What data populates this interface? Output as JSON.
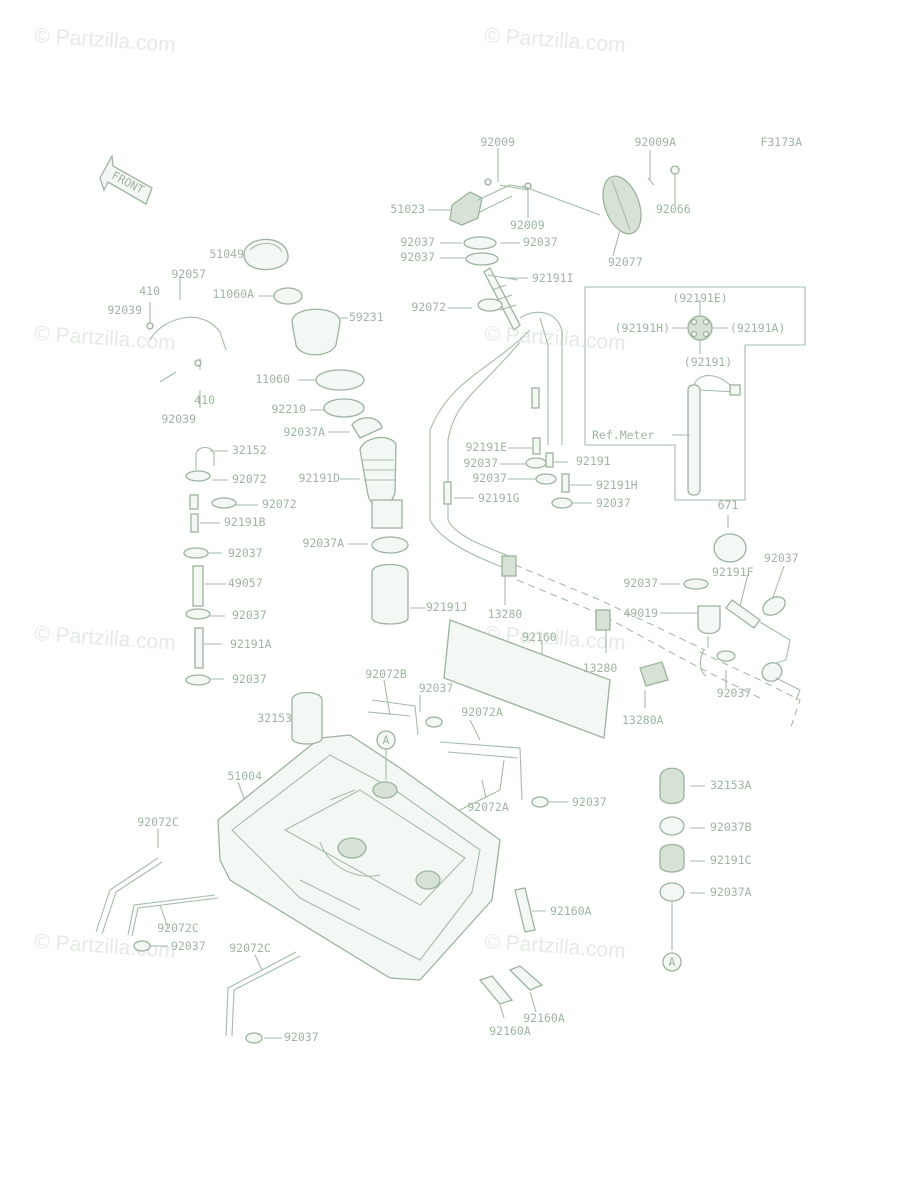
{
  "figure_code": "F3173A",
  "front_label": "FRONT",
  "watermark": "© Partzilla.com",
  "inset_labels": [
    "(92191E)",
    "(92191H)",
    "(92191A)",
    "(92191)",
    "Ref.Meter"
  ],
  "callouts": [
    {
      "label": "92009",
      "anchor": "end"
    },
    {
      "label": "92009A",
      "anchor": "end"
    },
    {
      "label": "51023",
      "anchor": "end"
    },
    {
      "label": "92009",
      "anchor": "start"
    },
    {
      "label": "92066",
      "anchor": "start"
    },
    {
      "label": "92037",
      "anchor": "end"
    },
    {
      "label": "92037",
      "anchor": "start"
    },
    {
      "label": "92037",
      "anchor": "end"
    },
    {
      "label": "92077",
      "anchor": "start"
    },
    {
      "label": "92191I",
      "anchor": "start"
    },
    {
      "label": "92072",
      "anchor": "end"
    },
    {
      "label": "51049",
      "anchor": "end"
    },
    {
      "label": "92057",
      "anchor": "end"
    },
    {
      "label": "410",
      "anchor": "end"
    },
    {
      "label": "92039",
      "anchor": "end"
    },
    {
      "label": "11060A",
      "anchor": "end"
    },
    {
      "label": "59231",
      "anchor": "start"
    },
    {
      "label": "11060",
      "anchor": "end"
    },
    {
      "label": "92210",
      "anchor": "end"
    },
    {
      "label": "92037A",
      "anchor": "end"
    },
    {
      "label": "410",
      "anchor": "end"
    },
    {
      "label": "92039",
      "anchor": "end"
    },
    {
      "label": "32152",
      "anchor": "start"
    },
    {
      "label": "92072",
      "anchor": "start"
    },
    {
      "label": "92191D",
      "anchor": "end"
    },
    {
      "label": "92072",
      "anchor": "start"
    },
    {
      "label": "92191B",
      "anchor": "start"
    },
    {
      "label": "92037",
      "anchor": "start"
    },
    {
      "label": "92037A",
      "anchor": "end"
    },
    {
      "label": "49057",
      "anchor": "start"
    },
    {
      "label": "92037",
      "anchor": "start"
    },
    {
      "label": "92191A",
      "anchor": "start"
    },
    {
      "label": "92037",
      "anchor": "start"
    },
    {
      "label": "92191J",
      "anchor": "start"
    },
    {
      "label": "92191E",
      "anchor": "end"
    },
    {
      "label": "92037",
      "anchor": "end"
    },
    {
      "label": "92037",
      "anchor": "end"
    },
    {
      "label": "92191",
      "anchor": "start"
    },
    {
      "label": "92191H",
      "anchor": "start"
    },
    {
      "label": "92037",
      "anchor": "start"
    },
    {
      "label": "92191G",
      "anchor": "start"
    },
    {
      "label": "671",
      "anchor": "middle"
    },
    {
      "label": "92037",
      "anchor": "start"
    },
    {
      "label": "92037",
      "anchor": "end"
    },
    {
      "label": "92191F",
      "anchor": "start"
    },
    {
      "label": "49019",
      "anchor": "end"
    },
    {
      "label": "13280",
      "anchor": "middle"
    },
    {
      "label": "92160",
      "anchor": "start"
    },
    {
      "label": "13280",
      "anchor": "middle"
    },
    {
      "label": "92037",
      "anchor": "middle"
    },
    {
      "label": "13280A",
      "anchor": "start"
    },
    {
      "label": "92072B",
      "anchor": "middle"
    },
    {
      "label": "92037",
      "anchor": "middle"
    },
    {
      "label": "32153",
      "anchor": "end"
    },
    {
      "label": "92072A",
      "anchor": "middle"
    },
    {
      "label": "51004",
      "anchor": "end"
    },
    {
      "label": "92072A",
      "anchor": "middle"
    },
    {
      "label": "92037",
      "anchor": "start"
    },
    {
      "label": "32153A",
      "anchor": "start"
    },
    {
      "label": "92037B",
      "anchor": "start"
    },
    {
      "label": "92191C",
      "anchor": "start"
    },
    {
      "label": "92037A",
      "anchor": "start"
    },
    {
      "label": "92072C",
      "anchor": "middle"
    },
    {
      "label": "92160A",
      "anchor": "start"
    },
    {
      "label": "92072C",
      "anchor": "middle"
    },
    {
      "label": "92037",
      "anchor": "start"
    },
    {
      "label": "92072C",
      "anchor": "middle"
    },
    {
      "label": "92160A",
      "anchor": "middle"
    },
    {
      "label": "92160A",
      "anchor": "middle"
    },
    {
      "label": "92037",
      "anchor": "start"
    }
  ],
  "markers": [
    "A",
    "A"
  ]
}
